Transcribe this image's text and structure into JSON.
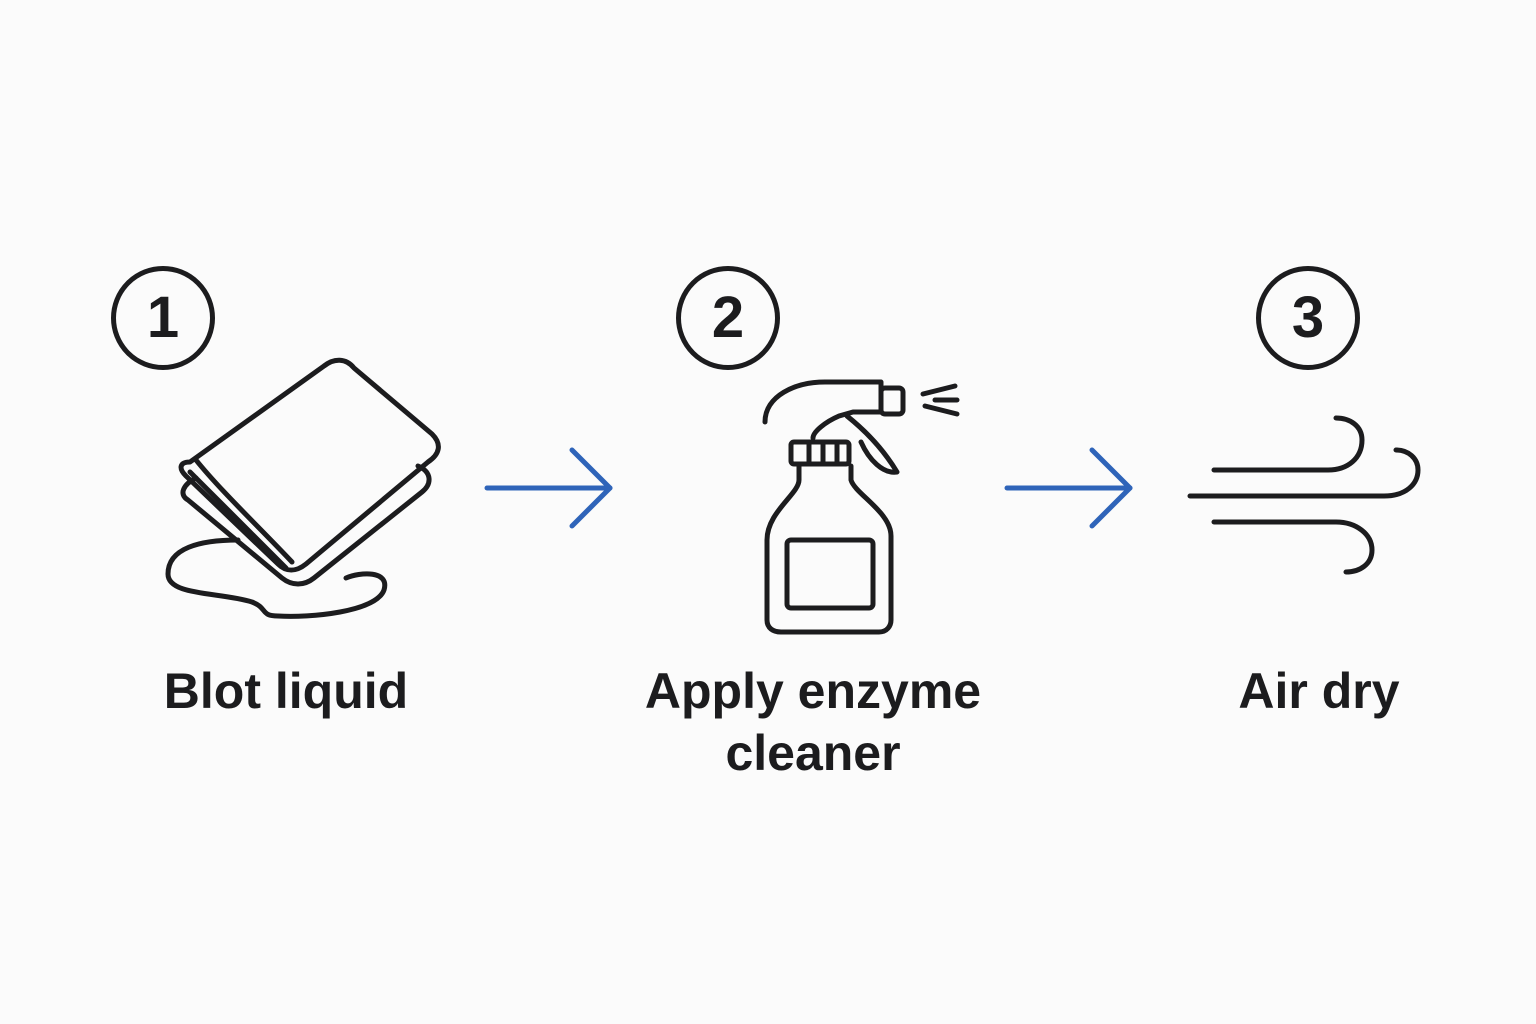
{
  "steps": [
    {
      "number": "1",
      "label": "Blot liquid",
      "icon": "cloth-icon"
    },
    {
      "number": "2",
      "label": "Apply enzyme cleaner",
      "icon": "spray-bottle-icon"
    },
    {
      "number": "3",
      "label": "Air dry",
      "icon": "wind-icon"
    }
  ],
  "colors": {
    "background": "#fbfbfb",
    "ink": "#1c1c1e",
    "arrow": "#2f64b9"
  }
}
